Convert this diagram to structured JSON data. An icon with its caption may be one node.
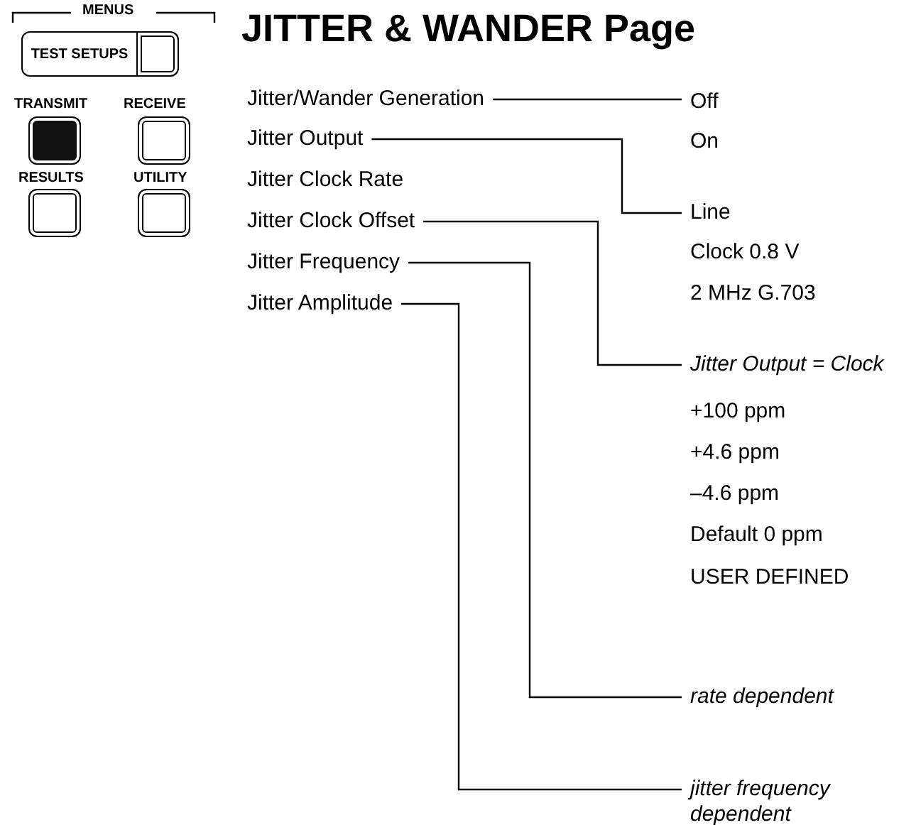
{
  "diagram": {
    "title": "JITTER & WANDER Page",
    "nodes": [
      {
        "text": [
          "Jitter/Wander Generation"
        ]
      },
      {
        "text": [
          "Jitter Output"
        ]
      },
      {
        "text": [
          "Jitter Clock Offset"
        ]
      },
      {
        "text": [
          "Jitter Frequency"
        ]
      },
      {
        "text": [
          "Jitter Amplitude"
        ]
      },
      {
        "text": [
          "Off"
        ]
      },
      {
        "text": [
          "Line"
        ]
      },
      {
        "text": [
          "Jitter Output = Clock"
        ]
      },
      {
        "text": [
          "rate dependent"
        ]
      },
      {
        "text": [
          "jitter frequency dependent"
        ]
      }
    ],
    "edges": [
      {
        "from": 0,
        "to": 5,
        "arrow": "none"
      },
      {
        "from": 1,
        "to": 6,
        "arrow": "none"
      },
      {
        "from": 2,
        "to": 7,
        "arrow": "none"
      },
      {
        "from": 3,
        "to": 8,
        "arrow": "none"
      },
      {
        "from": 4,
        "to": 9,
        "arrow": "none"
      }
    ],
    "labels": [
      "MENUS",
      "TEST SETUPS",
      "TRANSMIT",
      "RECEIVE",
      "RESULTS",
      "UTILITY",
      "Jitter Clock Rate",
      "On",
      "Clock 0.8 V",
      "2 MHz G.703",
      "+100 ppm",
      "+4.6 ppm",
      "–4.6 ppm",
      "Default 0 ppm",
      "USER DEFINED"
    ]
  }
}
